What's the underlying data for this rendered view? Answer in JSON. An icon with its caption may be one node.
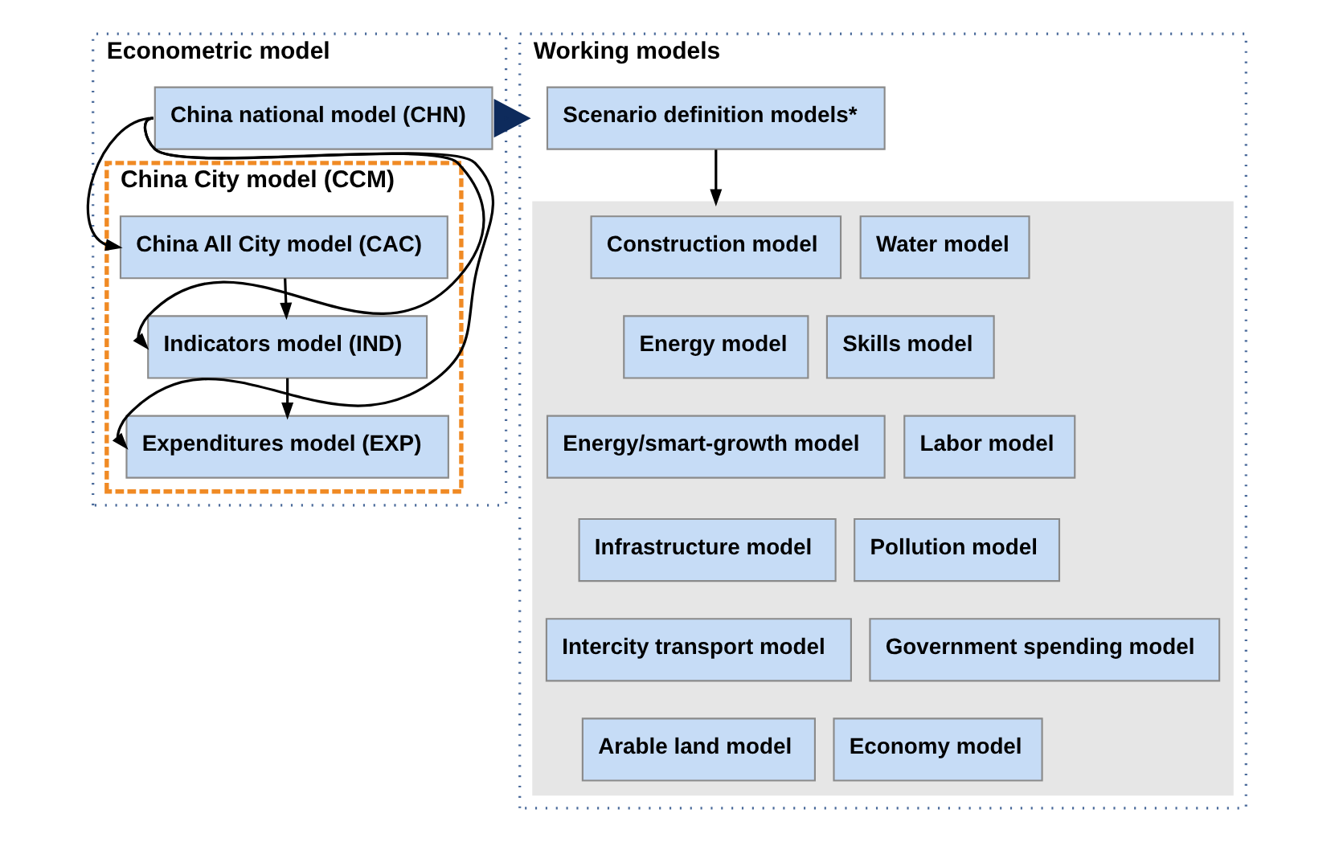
{
  "diagram": {
    "nodes": [
      {
        "text": [
          "Econometric model"
        ]
      },
      {
        "text": [
          "China national model (CHN)"
        ],
        "in": 0
      },
      {
        "text": [
          "China City model (CCM)"
        ],
        "in": 0
      },
      {
        "text": [
          "China All City model (CAC)"
        ],
        "in": 2
      },
      {
        "text": [
          "Indicators model (IND)"
        ],
        "in": 2
      },
      {
        "text": [
          "Expenditures model (EXP)"
        ],
        "in": 2
      },
      {
        "text": [
          "Working models"
        ]
      },
      {
        "text": [
          "Scenario definition models*"
        ],
        "in": 6
      },
      {
        "text": [],
        "shape": "box",
        "in": 6
      },
      {
        "text": [
          "Construction model"
        ],
        "in": 8
      },
      {
        "text": [
          "Water model"
        ],
        "in": 8
      },
      {
        "text": [
          "Energy model"
        ],
        "in": 8
      },
      {
        "text": [
          "Skills model"
        ],
        "in": 8
      },
      {
        "text": [
          "Energy/smart-growth model"
        ],
        "in": 8
      },
      {
        "text": [
          "Labor model"
        ],
        "in": 8
      },
      {
        "text": [
          "Infrastructure model"
        ],
        "in": 8
      },
      {
        "text": [
          "Pollution model"
        ],
        "in": 8
      },
      {
        "text": [
          "Intercity transport model"
        ],
        "in": 8
      },
      {
        "text": [
          "Government spending model"
        ],
        "in": 8
      },
      {
        "text": [
          "Arable land model"
        ],
        "in": 8
      },
      {
        "text": [
          "Economy model"
        ],
        "in": 8
      }
    ],
    "edges": [
      {
        "from": 1,
        "to": 3,
        "arrow": "to"
      },
      {
        "from": 1,
        "to": 4,
        "arrow": "to"
      },
      {
        "from": 1,
        "to": 5,
        "arrow": "to"
      },
      {
        "from": 3,
        "to": 4,
        "arrow": "to"
      },
      {
        "from": 4,
        "to": 5,
        "arrow": "to"
      },
      {
        "from": 7,
        "to": 8,
        "arrow": "to"
      },
      {
        "from": 0,
        "to": 6,
        "arrow": "to",
        "style": "thick",
        "color": "#0e2b5c"
      }
    ]
  }
}
